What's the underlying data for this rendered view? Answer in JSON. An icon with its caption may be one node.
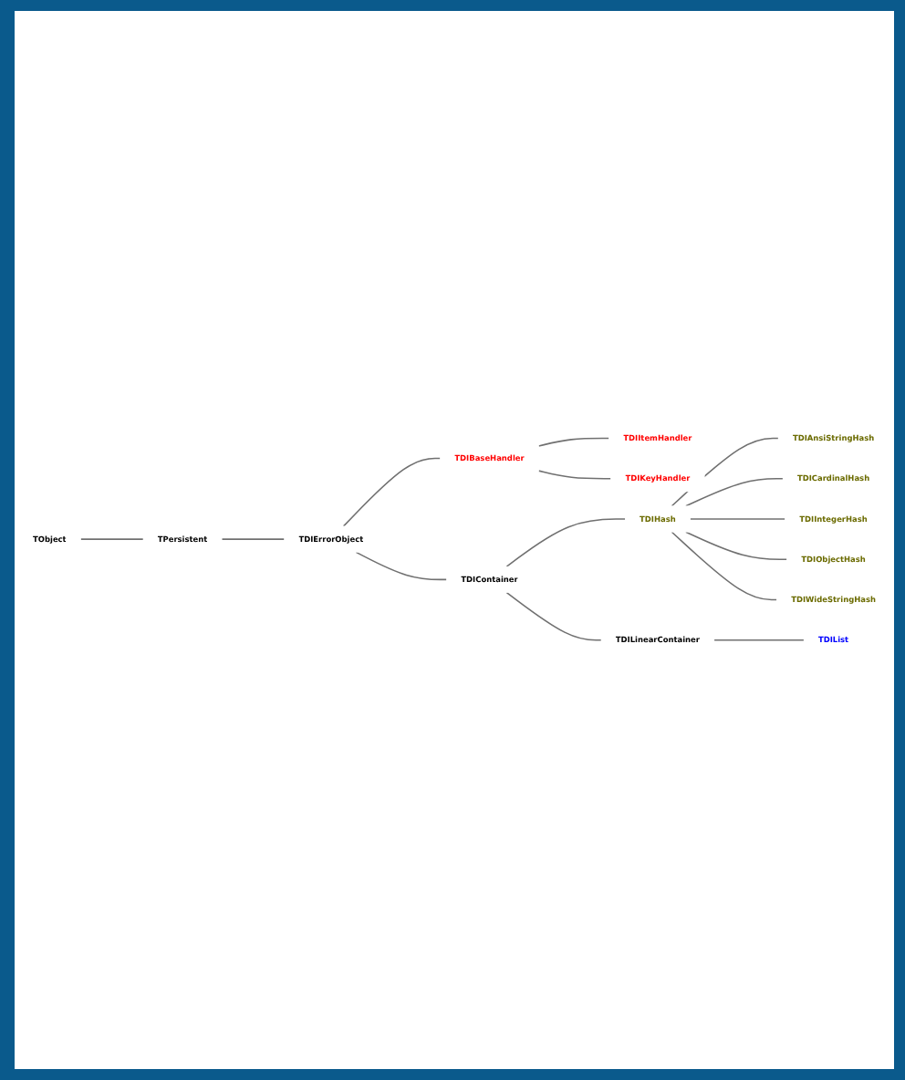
{
  "diagram": {
    "nodes": [
      {
        "text": [
          "TObject"
        ]
      },
      {
        "text": [
          "TPersistent"
        ]
      },
      {
        "text": [
          "TDIErrorObject"
        ]
      },
      {
        "text": [
          "TDIBaseHandler"
        ]
      },
      {
        "text": [
          "TDIItemHandler"
        ]
      },
      {
        "text": [
          "TDIKeyHandler"
        ]
      },
      {
        "text": [
          "TDIContainer"
        ]
      },
      {
        "text": [
          "TDIHash"
        ]
      },
      {
        "text": [
          "TDIAnsiStringHash"
        ]
      },
      {
        "text": [
          "TDICardinalHash"
        ]
      },
      {
        "text": [
          "TDIIntegerHash"
        ]
      },
      {
        "text": [
          "TDIObjectHash"
        ]
      },
      {
        "text": [
          "TDIWideStringHash"
        ]
      },
      {
        "text": [
          "TDILinearContainer"
        ]
      },
      {
        "text": [
          "TDIList"
        ]
      }
    ],
    "edges": [
      {
        "from": 0,
        "to": 1,
        "arrow": "none"
      },
      {
        "from": 1,
        "to": 2,
        "arrow": "none"
      },
      {
        "from": 2,
        "to": 3,
        "arrow": "none"
      },
      {
        "from": 3,
        "to": 4,
        "arrow": "none"
      },
      {
        "from": 3,
        "to": 5,
        "arrow": "none"
      },
      {
        "from": 2,
        "to": 6,
        "arrow": "none"
      },
      {
        "from": 6,
        "to": 7,
        "arrow": "none"
      },
      {
        "from": 7,
        "to": 8,
        "arrow": "none"
      },
      {
        "from": 7,
        "to": 9,
        "arrow": "none"
      },
      {
        "from": 7,
        "to": 10,
        "arrow": "none"
      },
      {
        "from": 7,
        "to": 11,
        "arrow": "none"
      },
      {
        "from": 7,
        "to": 12,
        "arrow": "none"
      },
      {
        "from": 6,
        "to": 13,
        "arrow": "none"
      },
      {
        "from": 13,
        "to": 14,
        "arrow": "none"
      }
    ]
  }
}
